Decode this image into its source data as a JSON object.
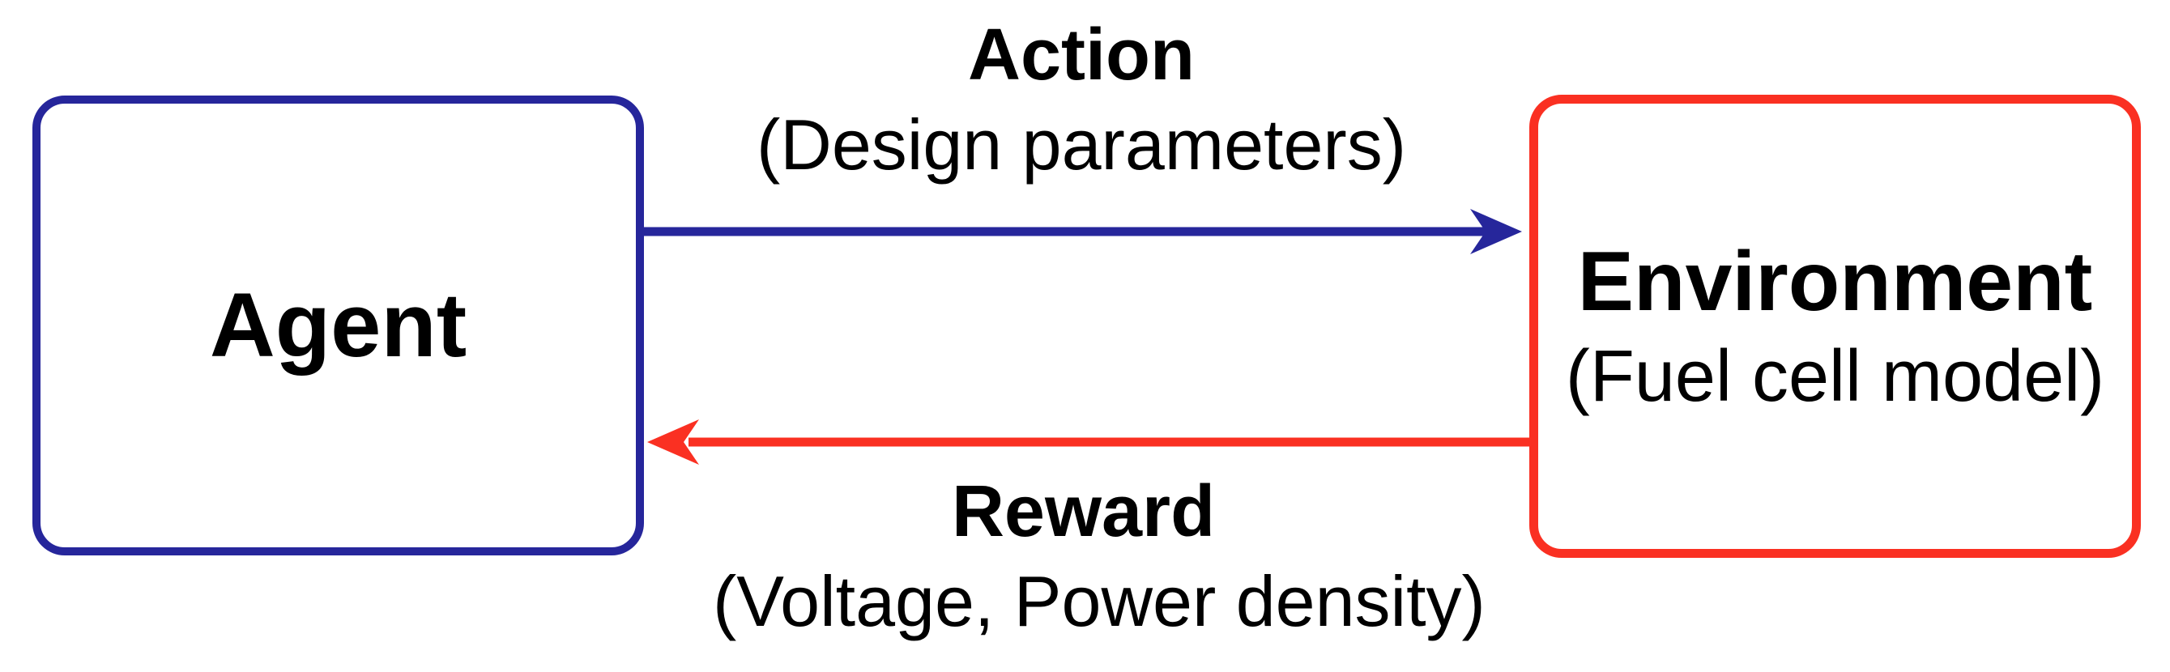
{
  "colors": {
    "diagram-blue": "#26269B",
    "diagram-red": "#FA3022",
    "text-color": "#000000",
    "page-bg": "#FFFFFF"
  },
  "agent": {
    "label": "Agent"
  },
  "environment": {
    "label": "Environment",
    "sublabel": "(Fuel cell model)"
  },
  "action": {
    "label": "Action",
    "sublabel": "(Design parameters)",
    "direction": "agent-to-environment"
  },
  "reward": {
    "label": "Reward",
    "sublabel": "(Voltage, Power density)",
    "direction": "environment-to-agent"
  }
}
